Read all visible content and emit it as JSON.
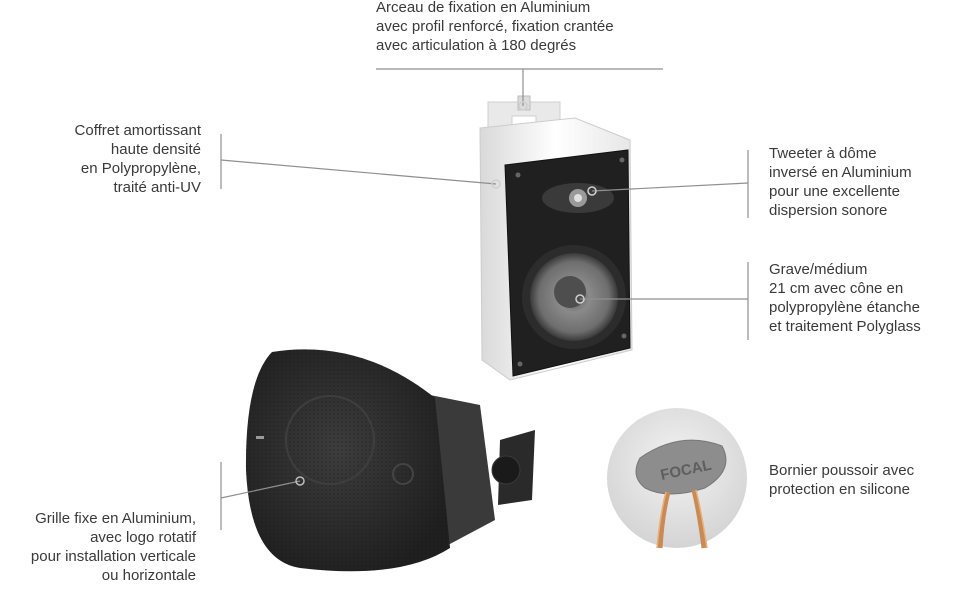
{
  "callouts": {
    "bracket": {
      "lines": [
        "Arceau de fixation en Aluminium",
        "avec profil renforcé, fixation crantée",
        "avec articulation à 180 degrés"
      ]
    },
    "cabinet": {
      "lines": [
        "Coffret amortissant",
        "haute densité",
        "en Polypropylène,",
        "traité anti-UV"
      ]
    },
    "tweeter": {
      "lines": [
        "Tweeter à dôme",
        "inversé en Aluminium",
        "pour une excellente",
        "dispersion sonore"
      ]
    },
    "woofer": {
      "lines": [
        "Grave/médium",
        "21 cm avec cône en",
        "polypropylène étanche",
        "et traitement Polyglass"
      ]
    },
    "terminal": {
      "lines": [
        "Bornier poussoir avec",
        "protection en silicone"
      ]
    },
    "grille": {
      "lines": [
        "Grille fixe en Aluminium,",
        "avec logo rotatif",
        "pour installation verticale",
        "ou horizontale"
      ]
    }
  },
  "terminal_logo": "FOCAL",
  "colors": {
    "leader": "#8f8f8f",
    "text": "#3a3a3a",
    "speaker_body": "#f2f2f2",
    "driver": "#1e1e1e",
    "grille": "#2b2b2b",
    "silicone": "#8d8d8d"
  }
}
